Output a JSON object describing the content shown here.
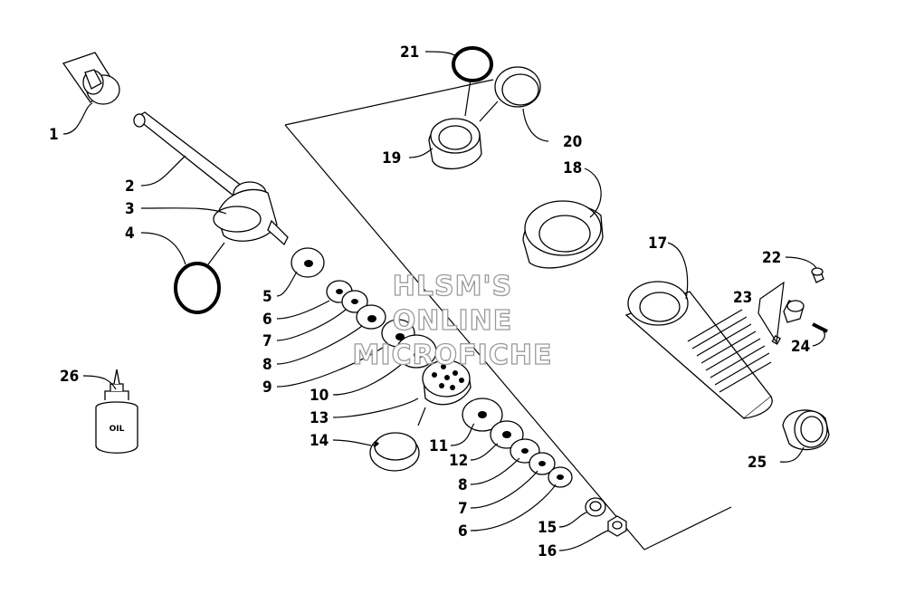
{
  "diagram": {
    "labels": [
      {
        "id": "1",
        "text": "1"
      },
      {
        "id": "2",
        "text": "2"
      },
      {
        "id": "3",
        "text": "3"
      },
      {
        "id": "4",
        "text": "4"
      },
      {
        "id": "5",
        "text": "5"
      },
      {
        "id": "6a",
        "text": "6"
      },
      {
        "id": "7a",
        "text": "7"
      },
      {
        "id": "8a",
        "text": "8"
      },
      {
        "id": "9",
        "text": "9"
      },
      {
        "id": "10",
        "text": "10"
      },
      {
        "id": "11",
        "text": "11"
      },
      {
        "id": "12",
        "text": "12"
      },
      {
        "id": "8b",
        "text": "8"
      },
      {
        "id": "7b",
        "text": "7"
      },
      {
        "id": "6b",
        "text": "6"
      },
      {
        "id": "13",
        "text": "13"
      },
      {
        "id": "14",
        "text": "14"
      },
      {
        "id": "15",
        "text": "15"
      },
      {
        "id": "16",
        "text": "16"
      },
      {
        "id": "17",
        "text": "17"
      },
      {
        "id": "18",
        "text": "18"
      },
      {
        "id": "19",
        "text": "19"
      },
      {
        "id": "20",
        "text": "20"
      },
      {
        "id": "21",
        "text": "21"
      },
      {
        "id": "22",
        "text": "22"
      },
      {
        "id": "23",
        "text": "23"
      },
      {
        "id": "24",
        "text": "24"
      },
      {
        "id": "25",
        "text": "25"
      },
      {
        "id": "26",
        "text": "26"
      }
    ],
    "oil_bottle_text": "OIL",
    "watermark": [
      "HLSM'S",
      "ONLINE",
      "MICROFICHE"
    ]
  }
}
